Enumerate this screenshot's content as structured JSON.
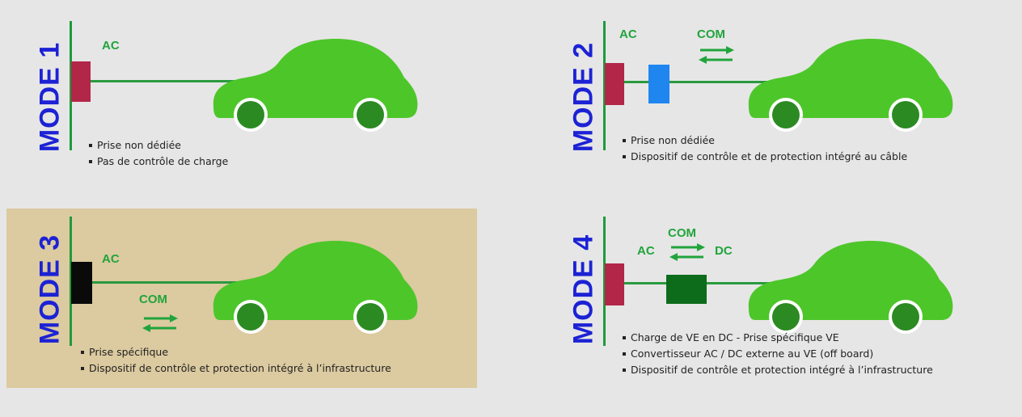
{
  "colors": {
    "background": "#e6e6e6",
    "mode3_panel": "#dccaa0",
    "mode_title": "#1c22d4",
    "label_green": "#21a43c",
    "car_body": "#4dc62a",
    "car_wheel": "#2c8a22",
    "socket_red": "#b22648",
    "socket_black": "#0a0a0a",
    "control_box_blue": "#1f86f0",
    "converter_green": "#0d6b1c"
  },
  "modes": [
    {
      "title": "MODE 1",
      "labels": {
        "ac": "AC"
      },
      "bullets": [
        "Prise non dédiée",
        "Pas de contrôle de charge"
      ]
    },
    {
      "title": "MODE 2",
      "labels": {
        "ac": "AC",
        "com": "COM"
      },
      "bullets": [
        "Prise non dédiée",
        "Dispositif de contrôle et de protection intégré au câble"
      ]
    },
    {
      "title": "MODE 3",
      "labels": {
        "ac": "AC",
        "com": "COM"
      },
      "bullets": [
        "Prise spécifique",
        "Dispositif de contrôle et protection intégré à l’infrastructure"
      ]
    },
    {
      "title": "MODE 4",
      "labels": {
        "ac": "AC",
        "com": "COM",
        "dc": "DC"
      },
      "bullets": [
        "Charge de VE en DC - Prise spécifique VE",
        "Convertisseur AC / DC externe au VE (off board)",
        "Dispositif de contrôle et protection intégré à l’infrastructure"
      ]
    }
  ]
}
